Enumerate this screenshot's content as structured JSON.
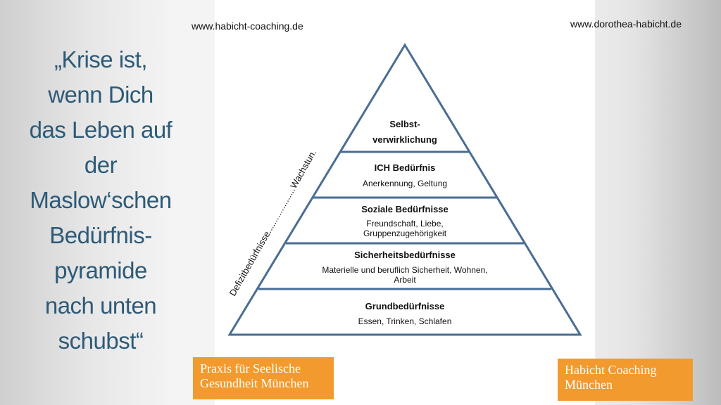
{
  "quote_lines": [
    "„Krise ist,",
    "wenn Dich",
    "das Leben auf",
    "der",
    "Maslow‘schen",
    "Bedürfnis-",
    "pyramide",
    "nach unten",
    "schubst“"
  ],
  "url_left": "www.habicht-coaching.de",
  "url_right": "www.dorothea-habicht.de",
  "pyramid": {
    "side_label_main": "Defizitbedürfnisse",
    "side_label_dots": "....................",
    "side_label_growth": "Wachstun.",
    "levels": [
      {
        "title_lines": [
          "Selbst-",
          "verwirklichung"
        ],
        "desc_lines": []
      },
      {
        "title_lines": [
          "ICH Bedürfnis"
        ],
        "desc_lines": [
          "Anerkennung, Geltung"
        ]
      },
      {
        "title_lines": [
          "Soziale Bedürfnisse"
        ],
        "desc_lines": [
          "Freundschaft, Liebe,",
          "Gruppenzugehörigkeit"
        ]
      },
      {
        "title_lines": [
          "Sicherheitsbedürfnisse"
        ],
        "desc_lines": [
          "Materielle und beruflich Sicherheit, Wohnen,",
          "Arbeit"
        ]
      },
      {
        "title_lines": [
          "Grundbedürfnisse"
        ],
        "desc_lines": [
          "Essen, Trinken, Schlafen"
        ]
      }
    ],
    "colors": {
      "stroke": "#4a6d93",
      "fill": "#ffffff"
    }
  },
  "badge_left_lines": [
    "Praxis für Seelische",
    "Gesundheit München"
  ],
  "badge_right_lines": [
    "Habicht Coaching",
    "München"
  ],
  "colors": {
    "quote": "#2d5a78",
    "badge": "#f29a2e"
  }
}
